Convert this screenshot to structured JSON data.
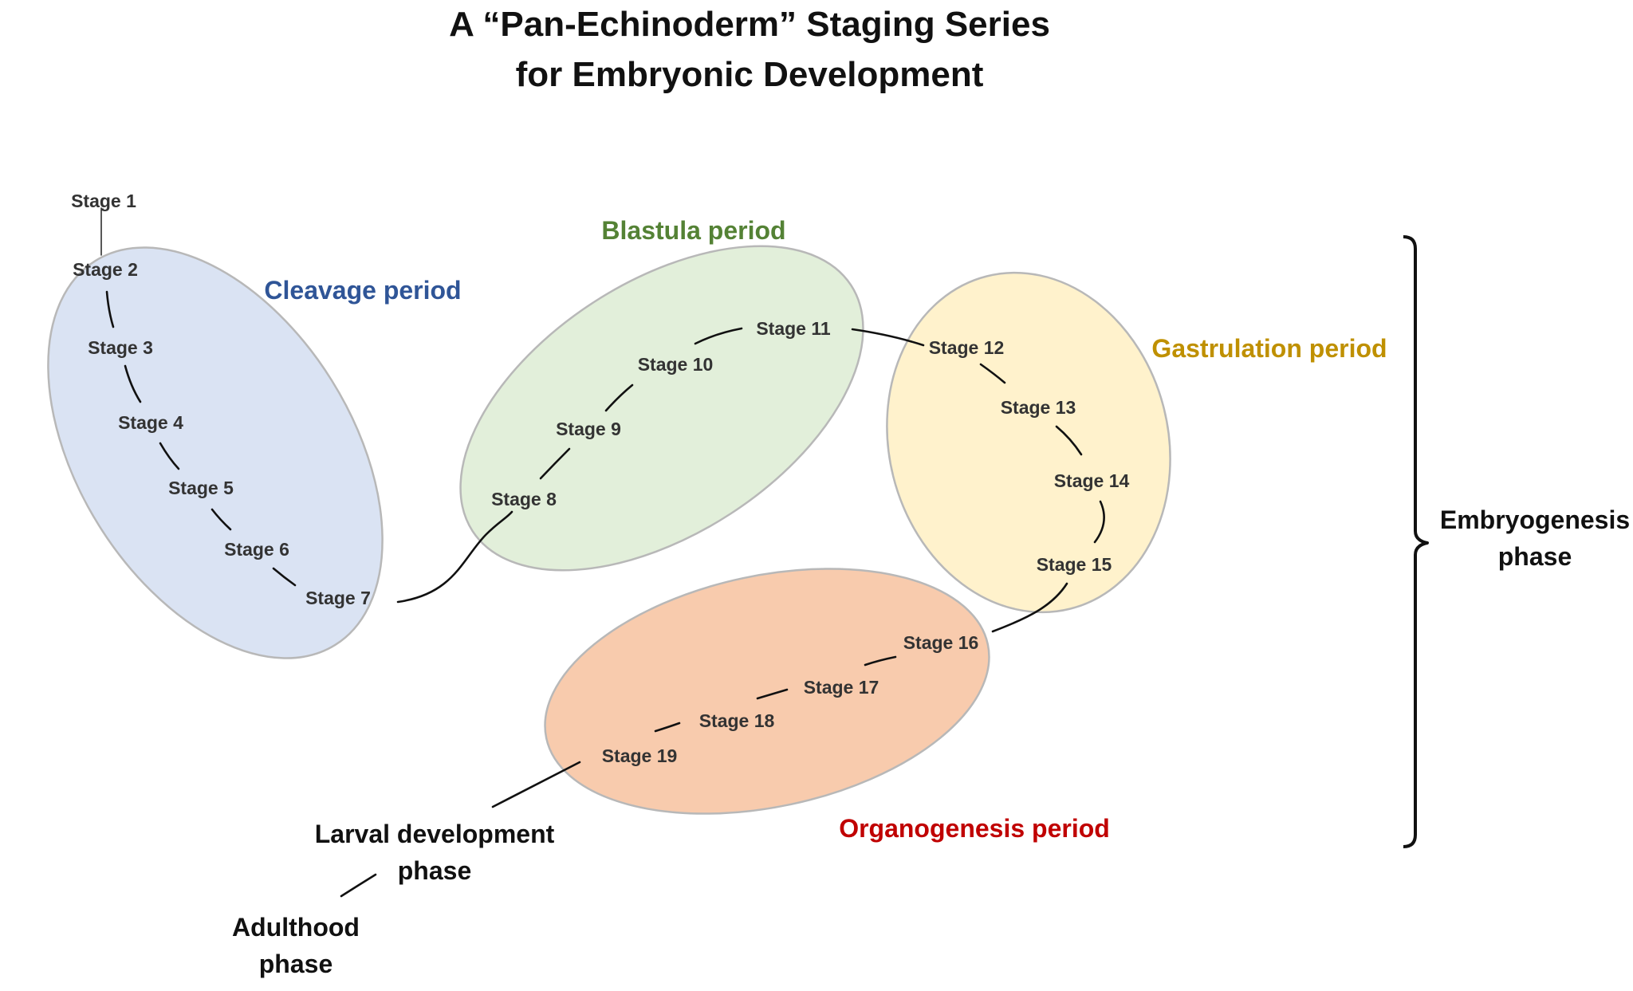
{
  "title": {
    "line1": "A “Pan-Echinoderm” Staging Series",
    "line2": "for Embryonic Development"
  },
  "periods": {
    "cleavage": {
      "label": "Cleavage period",
      "color": "#2F5597",
      "fill": "#DAE3F3"
    },
    "blastula": {
      "label": "Blastula period",
      "color": "#548235",
      "fill": "#E2EFDA"
    },
    "gastrulation": {
      "label": "Gastrulation period",
      "color": "#BF9000",
      "fill": "#FFF2CC"
    },
    "organogenesis": {
      "label": "Organogenesis period",
      "color": "#C00000",
      "fill": "#F8CBAD"
    }
  },
  "stages": [
    {
      "id": 1,
      "label": "Stage 1"
    },
    {
      "id": 2,
      "label": "Stage 2"
    },
    {
      "id": 3,
      "label": "Stage 3"
    },
    {
      "id": 4,
      "label": "Stage 4"
    },
    {
      "id": 5,
      "label": "Stage 5"
    },
    {
      "id": 6,
      "label": "Stage 6"
    },
    {
      "id": 7,
      "label": "Stage 7"
    },
    {
      "id": 8,
      "label": "Stage 8"
    },
    {
      "id": 9,
      "label": "Stage 9"
    },
    {
      "id": 10,
      "label": "Stage 10"
    },
    {
      "id": 11,
      "label": "Stage 11"
    },
    {
      "id": 12,
      "label": "Stage 12"
    },
    {
      "id": 13,
      "label": "Stage 13"
    },
    {
      "id": 14,
      "label": "Stage 14"
    },
    {
      "id": 15,
      "label": "Stage 15"
    },
    {
      "id": 16,
      "label": "Stage 16"
    },
    {
      "id": 17,
      "label": "Stage 17"
    },
    {
      "id": 18,
      "label": "Stage 18"
    },
    {
      "id": 19,
      "label": "Stage 19"
    }
  ],
  "phases": {
    "embryogenesis": {
      "line1": "Embryogenesis",
      "line2": "phase"
    },
    "larval": {
      "line1": "Larval development",
      "line2": "phase"
    },
    "adulthood": {
      "line1": "Adulthood",
      "line2": "phase"
    }
  }
}
